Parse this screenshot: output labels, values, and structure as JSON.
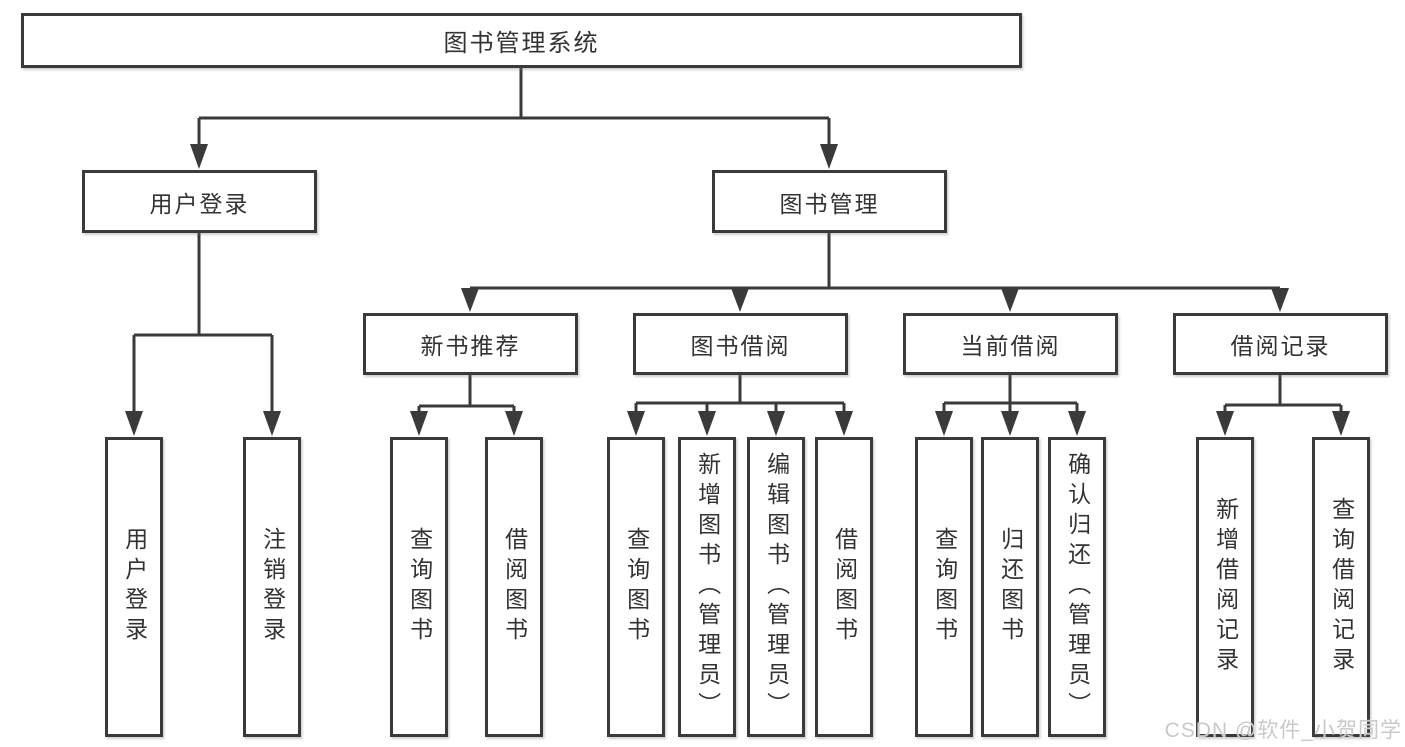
{
  "diagram": {
    "root": {
      "label": "图书管理系统"
    },
    "level2": [
      {
        "label": "用户登录"
      },
      {
        "label": "图书管理"
      }
    ],
    "level3": [
      {
        "label": "新书推荐"
      },
      {
        "label": "图书借阅"
      },
      {
        "label": "当前借阅"
      },
      {
        "label": "借阅记录"
      }
    ],
    "leaves": [
      {
        "label": "用户登录"
      },
      {
        "label": "注销登录"
      },
      {
        "label": "查询图书"
      },
      {
        "label": "借阅图书"
      },
      {
        "label": "查询图书"
      },
      {
        "label": "新增图书（管理员）"
      },
      {
        "label": "编辑图书（管理员）"
      },
      {
        "label": "借阅图书"
      },
      {
        "label": "查询图书"
      },
      {
        "label": "归还图书"
      },
      {
        "label": "确认归还（管理员）"
      },
      {
        "label": "新增借阅记录"
      },
      {
        "label": "查询借阅记录"
      }
    ]
  },
  "watermark": {
    "text": "CSDN @软件_小贺同学"
  },
  "colors": {
    "line": "#3a3a3a",
    "text": "#333333",
    "watermark": "#c9c9c9",
    "background": "#ffffff"
  }
}
